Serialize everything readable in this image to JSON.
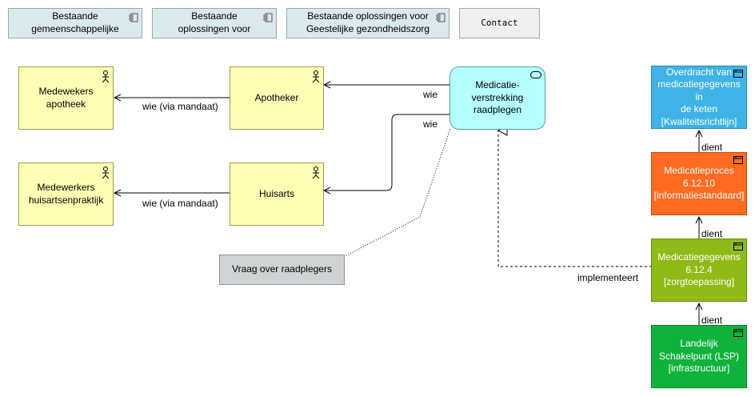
{
  "nav": {
    "item1": "Bestaande\ngemeenschappelijke",
    "item2": "Bestaande\noplossingen voor",
    "item3": "Bestaande oplossingen voor\nGeestelijke gezondheidszorg",
    "contact": "Contact"
  },
  "actors": {
    "apotheek_staff": "Medewekers\napotheek",
    "apotheker": "Apotheker",
    "huisarts_staff": "Medewerkers\nhuisartsenpraktijk",
    "huisarts": "Huisarts"
  },
  "service": "Medicatie-\nverstrekking\nraadplegen",
  "question": "Vraag over raadplegers",
  "artifacts": {
    "overdracht": "Overdracht van\nmedicatiegegevens in\nde keten\n[Kwaliteitsrichtlijn]",
    "proces": "Medicatieproces\n6.12.10\n[informatiestandaard]",
    "gegevens": "Medicatiegegevens\n6.12.4\n[zorgtoepassing]",
    "lsp": "Landelijk\nSchakelpunt (LSP)\n[infrastructuur]"
  },
  "relations": {
    "via_mandaat_1": "wie (via mandaat)",
    "via_mandaat_2": "wie (via mandaat)",
    "wie_1": "wie",
    "wie_2": "wie",
    "dient_1": "dient",
    "dient_2": "dient",
    "dient_3": "dient",
    "implementeert": "implementeert"
  },
  "colors": {
    "nav": "#dbe8ec",
    "actor": "#ffffb5",
    "service": "#b5ffff",
    "question": "#d0d3d4",
    "overdracht": "#3fb3e6",
    "proces": "#ff6b21",
    "gegevens": "#8fba18",
    "lsp": "#10b23c"
  }
}
